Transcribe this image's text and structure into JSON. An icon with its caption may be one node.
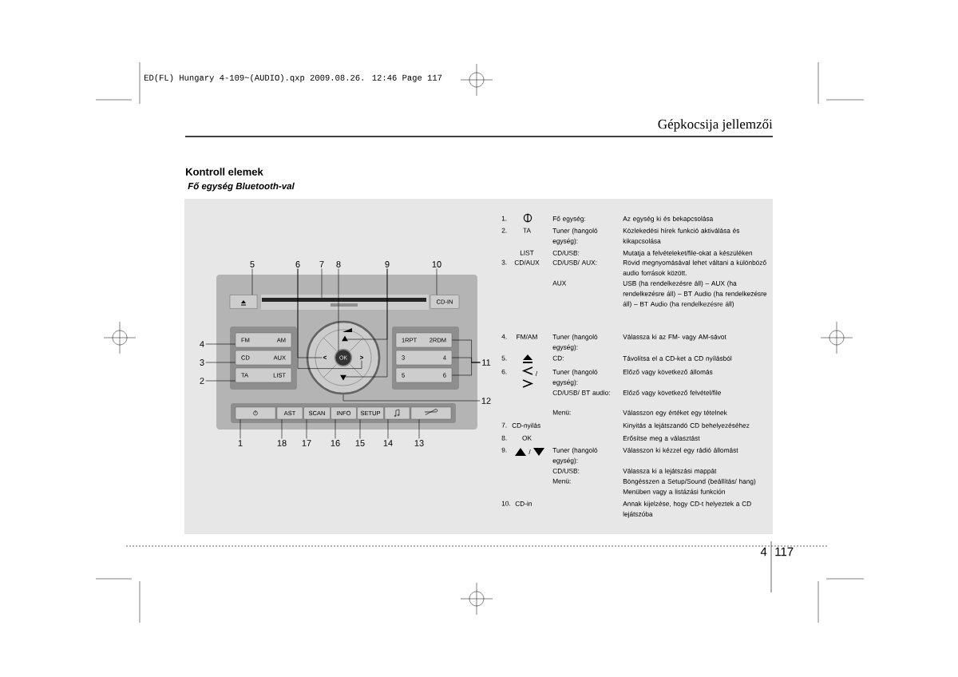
{
  "diagram": {
    "title": "Kontroll elemek",
    "nodes": [
      {
        "text": [
          "5"
        ]
      },
      {
        "text": [
          "6"
        ]
      },
      {
        "text": [
          "7"
        ]
      },
      {
        "text": [
          "8"
        ]
      },
      {
        "text": [
          "9"
        ]
      },
      {
        "text": [
          "10"
        ]
      },
      {
        "text": [],
        "shape": "box"
      },
      {
        "text": [],
        "shape": "bar"
      },
      {
        "text": [
          "CD-IN"
        ]
      },
      {
        "text": [
          "4"
        ]
      },
      {
        "text": [
          "3"
        ]
      },
      {
        "text": [
          "2"
        ]
      },
      {
        "text": [
          "FM",
          "AM"
        ]
      },
      {
        "text": [
          "CD",
          "AUX"
        ]
      },
      {
        "text": [
          "TA",
          "LIST"
        ]
      },
      {
        "text": [],
        "shape": "circle"
      },
      {
        "text": [],
        "shape": "triangle",
        "in": 15
      },
      {
        "text": [
          "<"
        ],
        "in": 15
      },
      {
        "text": [
          "OK"
        ],
        "in": 15
      },
      {
        "text": [
          ">"
        ],
        "in": 15
      },
      {
        "text": [],
        "shape": "triangle-down",
        "in": 15
      },
      {
        "text": [
          "1RPT",
          "2RDM"
        ]
      },
      {
        "text": [
          "3",
          "4"
        ]
      },
      {
        "text": [
          "5",
          "6"
        ]
      },
      {
        "text": [
          "11"
        ]
      },
      {
        "text": [
          "12"
        ]
      },
      {
        "text": [],
        "shape": "box"
      },
      {
        "text": [
          "AST"
        ]
      },
      {
        "text": [
          "SCAN"
        ]
      },
      {
        "text": [
          "INFO"
        ]
      },
      {
        "text": [
          "SETUP"
        ]
      },
      {
        "text": [],
        "shape": "box"
      },
      {
        "text": [],
        "shape": "box"
      },
      {
        "text": [
          "1"
        ]
      },
      {
        "text": [
          "18"
        ]
      },
      {
        "text": [
          "17"
        ]
      },
      {
        "text": [
          "16"
        ]
      },
      {
        "text": [
          "15"
        ]
      },
      {
        "text": [
          "14"
        ]
      },
      {
        "text": [
          "13"
        ]
      }
    ],
    "edges": [
      {
        "from": 0,
        "to": 6,
        "arrow": "none"
      },
      {
        "from": 1,
        "to": 17,
        "arrow": "none"
      },
      {
        "from": 1,
        "to": 19,
        "arrow": "none"
      },
      {
        "from": 2,
        "to": 7,
        "arrow": "none"
      },
      {
        "from": 3,
        "to": 18,
        "arrow": "none"
      },
      {
        "from": 4,
        "to": 16,
        "arrow": "none"
      },
      {
        "from": 4,
        "to": 20,
        "arrow": "none"
      },
      {
        "from": 5,
        "to": 8,
        "arrow": "none"
      },
      {
        "from": 9,
        "to": 12,
        "arrow": "none"
      },
      {
        "from": 10,
        "to": 13,
        "arrow": "none"
      },
      {
        "from": 11,
        "to": 14,
        "arrow": "none"
      },
      {
        "from": 24,
        "to": 21,
        "arrow": "none"
      },
      {
        "from": 24,
        "to": 22,
        "arrow": "none"
      },
      {
        "from": 24,
        "to": 23,
        "arrow": "none"
      },
      {
        "from": 25,
        "to": 15,
        "arrow": "none"
      },
      {
        "from": 33,
        "to": 26,
        "arrow": "none"
      },
      {
        "from": 34,
        "to": 27,
        "arrow": "none"
      },
      {
        "from": 35,
        "to": 28,
        "arrow": "none"
      },
      {
        "from": 36,
        "to": 29,
        "arrow": "none"
      },
      {
        "from": 37,
        "to": 30,
        "arrow": "none"
      },
      {
        "from": 38,
        "to": 31,
        "arrow": "none"
      },
      {
        "from": 39,
        "to": 32,
        "arrow": "none"
      }
    ],
    "labels": [
      "ED(FL) Hungary 4-109~(AUDIO).qxp 2009.08.26. 12:46 Page 117",
      "Gépkocsija jellemzői",
      "Fő egység Bluetooth-val",
      "1.",
      "Fő egység:",
      "Az egység ki és bekapcsolása",
      "2.",
      "TA",
      "Tuner (hangoló egység):",
      "Közlekedési hírek funkció aktiválása és kikapcsolása",
      "LIST",
      "CD/USB:",
      "Mutatja a felvételeket/file-okat a készüléken",
      "3.",
      "CD/AUX",
      "CD/USB/ AUX:",
      "Rövid megnyomásával lehet váltani a különböző audio források között.",
      "AUX",
      "USB (ha rendelkezésre áll) – AUX (ha rendelkezésre áll) – BT Audio (ha rendelkezésre áll) – BT Audio (ha rendelkezésre áll)",
      "4.",
      "FM/AM",
      "Tuner (hangoló egység):",
      "Válassza ki az FM- vagy AM-sávot",
      "5.",
      "CD:",
      "Távolítsa el a CD-ket a CD nyílásból",
      "6.",
      "/",
      "Tuner (hangoló egység):",
      "Előző vagy következő állomás",
      "CD/USB/ BT audio:",
      "Előző vagy következő felvétel/file",
      "Menü:",
      "Válasszon egy értéket egy tételnek",
      "7.",
      "CD-nyilás",
      "Kinyitás a lejátszandó CD behelyezéséhez",
      "8.",
      "OK",
      "Erősítse meg a választást",
      "9.",
      "/",
      "Tuner (hangoló egység):",
      "Válasszon ki kézzel egy rádió állomást",
      "CD/USB:",
      "Válassza ki a lejátszási mappát",
      "Menü:",
      "Böngésszen a Setup/Sound (beállítás/ hang) Menüben vagy a listázási funkción",
      "10.",
      "CD-in",
      "Annak kijelzése, hogy CD-t helyeztek a CD lejátszóba",
      "4",
      "117"
    ]
  }
}
